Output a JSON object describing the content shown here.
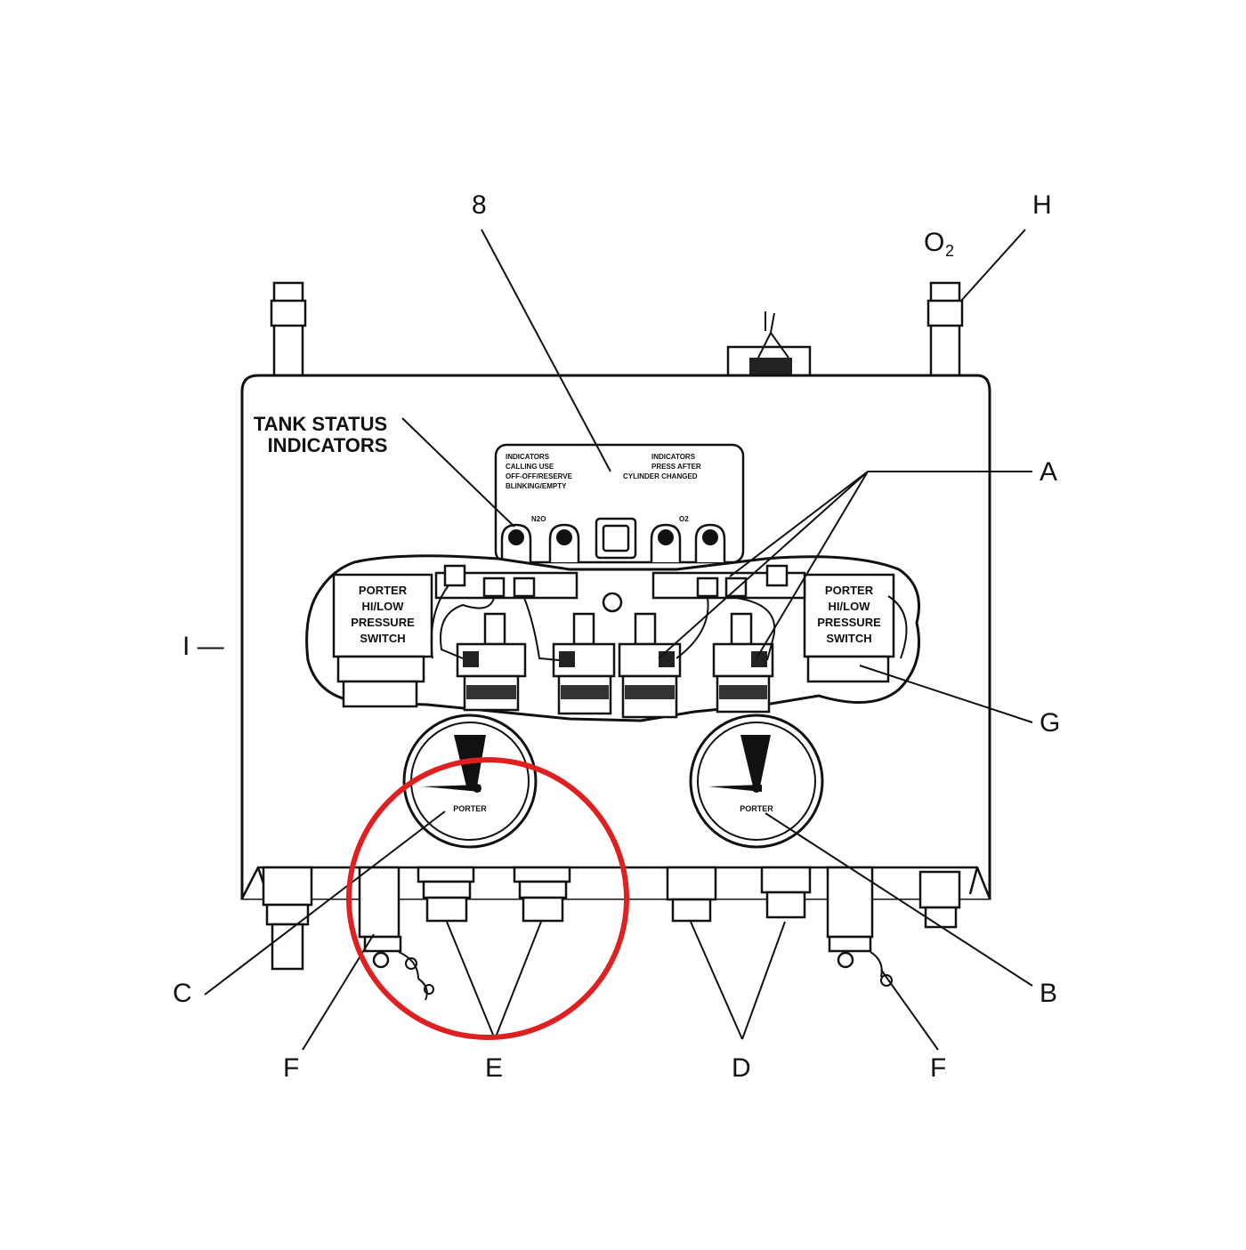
{
  "callouts": {
    "eight": "8",
    "h": "H",
    "o2": "O",
    "o2_sub": "2",
    "a": "A",
    "g": "G",
    "b": "B",
    "c": "C",
    "d": "D",
    "e": "E",
    "f_left": "F",
    "f_right": "F",
    "i": "I —"
  },
  "tank_status": {
    "line1": "TANK STATUS",
    "line2": "INDICATORS"
  },
  "indicator_panel": {
    "left_l1": "INDICATORS",
    "left_l2": "CALLING USE",
    "left_l3": "OFF-OFF/RESERVE",
    "left_l4": "BLINKING/EMPTY",
    "right_l1": "INDICATORS",
    "right_l2": "PRESS AFTER",
    "right_l3": "CYLINDER CHANGED",
    "n2o": "N2O",
    "o2": "O2"
  },
  "switch_left": {
    "l1": "PORTER",
    "l2": "HI/LOW",
    "l3": "PRESSURE",
    "l4": "SWITCH"
  },
  "switch_right": {
    "l1": "PORTER",
    "l2": "HI/LOW",
    "l3": "PRESSURE",
    "l4": "SWITCH"
  },
  "gauge_left": {
    "brand": "PORTER"
  },
  "gauge_right": {
    "brand": "PORTER"
  },
  "colors": {
    "highlight": "#e02020",
    "ink": "#111111"
  }
}
